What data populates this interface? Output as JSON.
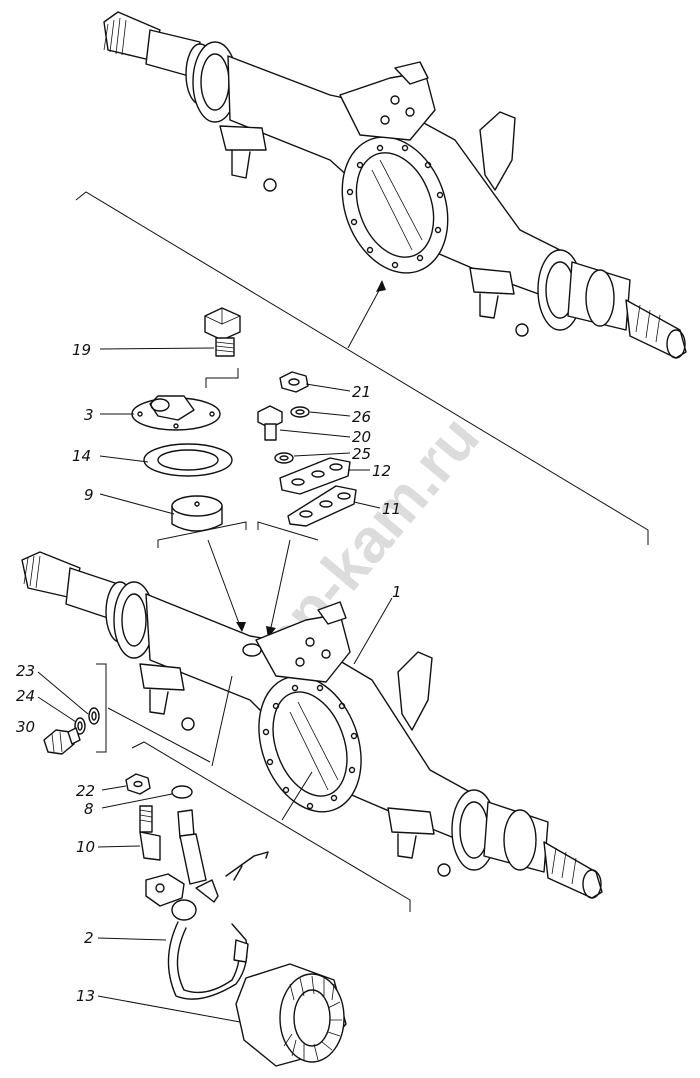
{
  "watermark": "tep-kam.ru",
  "callouts": {
    "c1": "1",
    "c2": "2",
    "c3": "3",
    "c8": "8",
    "c9": "9",
    "c10": "10",
    "c11": "11",
    "c12": "12",
    "c13": "13",
    "c14": "14",
    "c19": "19",
    "c20": "20",
    "c21": "21",
    "c22": "22",
    "c23": "23",
    "c24": "24",
    "c25": "25",
    "c26": "26",
    "c30": "30"
  }
}
